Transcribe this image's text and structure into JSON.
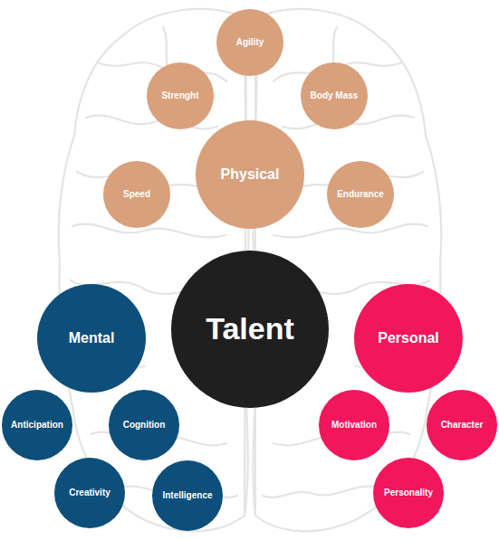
{
  "diagram": {
    "nodes": [
      {
        "text": [
          "Agility"
        ]
      },
      {
        "text": [
          "Strenght"
        ]
      },
      {
        "text": [
          "Body Mass"
        ]
      },
      {
        "text": [
          "Physical"
        ]
      },
      {
        "text": [
          "Speed"
        ]
      },
      {
        "text": [
          "Endurance"
        ]
      },
      {
        "text": [
          "Talent"
        ]
      },
      {
        "text": [
          "Mental"
        ]
      },
      {
        "text": [
          "Personal"
        ]
      },
      {
        "text": [
          "Anticipation"
        ]
      },
      {
        "text": [
          "Cognition"
        ]
      },
      {
        "text": [
          "Motivation"
        ]
      },
      {
        "text": [
          "Character"
        ]
      },
      {
        "text": [
          "Creativity"
        ]
      },
      {
        "text": [
          "Intelligence"
        ]
      },
      {
        "text": [
          "Personality"
        ]
      }
    ]
  }
}
